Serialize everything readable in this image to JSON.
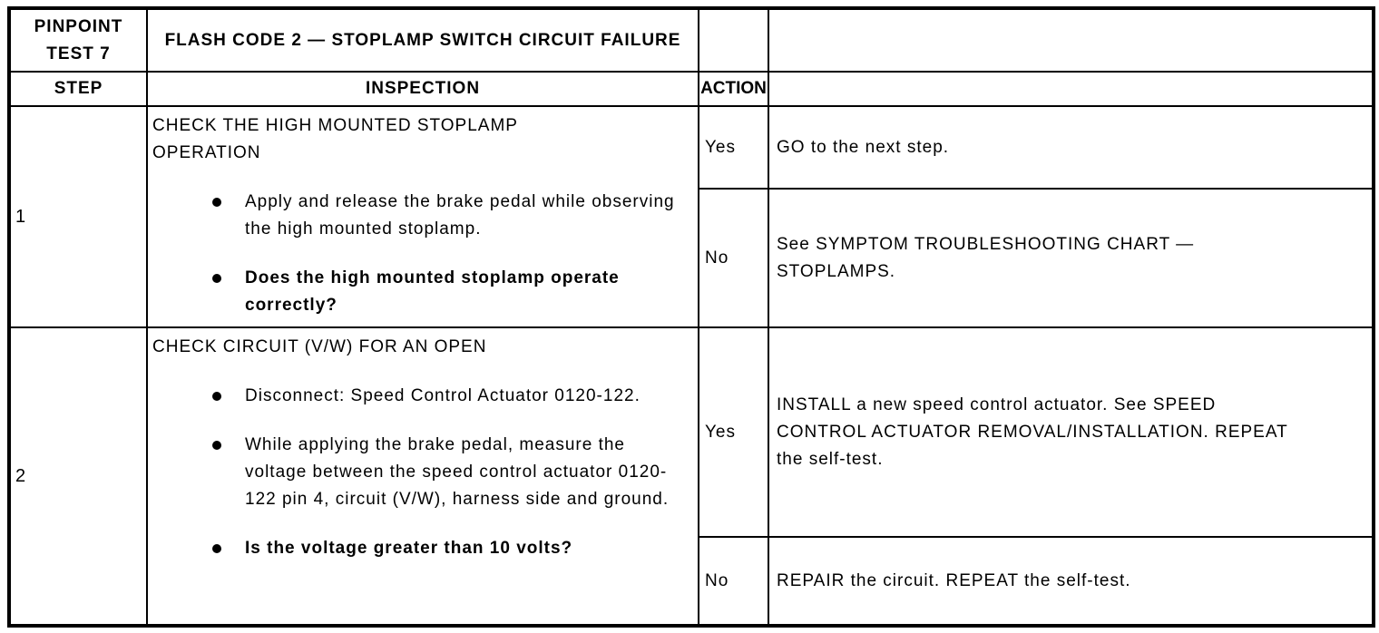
{
  "table": {
    "pinpoint_test_label": "PINPOINT TEST 7",
    "flash_code_title": "FLASH CODE 2 — STOPLAMP SWITCH CIRCUIT FAILURE",
    "column_headers": {
      "step": "STEP",
      "inspection": "INSPECTION",
      "action": "ACTION"
    },
    "steps": [
      {
        "number": "1",
        "check_title": "CHECK THE HIGH MOUNTED STOPLAMP OPERATION",
        "bullets": [
          {
            "text": "Apply and release the brake pedal while observing the high mounted stoplamp.",
            "bold": false
          },
          {
            "text": "Does the high mounted stoplamp operate correctly?",
            "bold": true
          }
        ],
        "actions": [
          {
            "answer": "Yes",
            "result": "GO to the next step."
          },
          {
            "answer": "No",
            "result": "See SYMPTOM TROUBLESHOOTING CHART — STOPLAMPS."
          }
        ]
      },
      {
        "number": "2",
        "check_title": "CHECK CIRCUIT (V/W) FOR AN OPEN",
        "bullets": [
          {
            "text": "Disconnect: Speed Control Actuator 0120-122.",
            "bold": false
          },
          {
            "text": "While applying the brake pedal, measure the voltage between the speed control actuator 0120-122 pin 4, circuit (V/W), harness side and ground.",
            "bold": false
          },
          {
            "text": "Is the voltage greater than 10 volts?",
            "bold": true
          }
        ],
        "actions": [
          {
            "answer": "Yes",
            "result": "INSTALL a new speed control actuator. See SPEED CONTROL ACTUATOR REMOVAL/INSTALLATION. REPEAT the self-test."
          },
          {
            "answer": "No",
            "result": "REPAIR the circuit. REPEAT the self-test."
          }
        ]
      }
    ]
  }
}
